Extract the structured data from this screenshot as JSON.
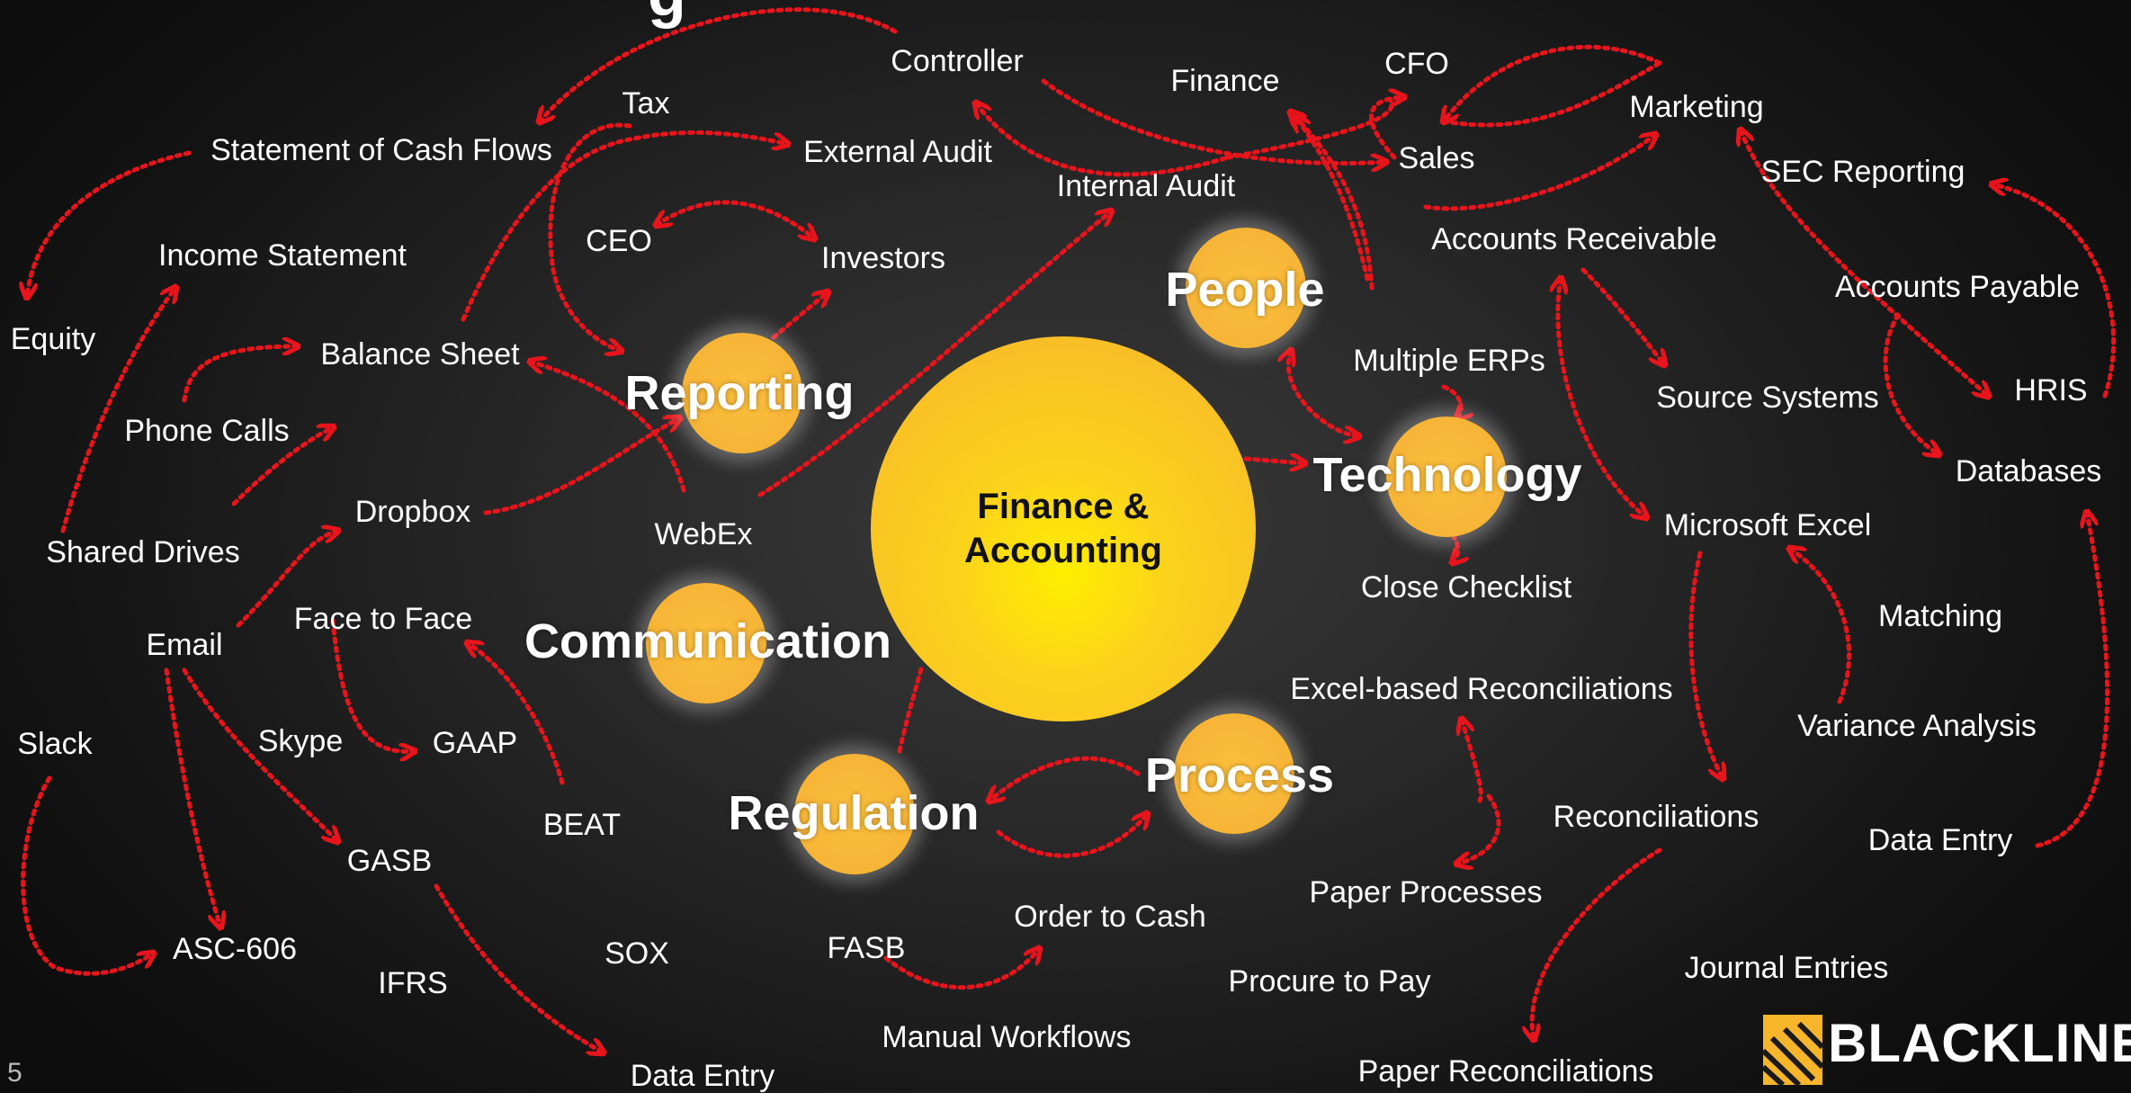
{
  "slide": {
    "page_number": "5",
    "title_fragment": "g"
  },
  "center": {
    "label": "Finance &\nAccounting"
  },
  "themes": [
    "Reporting",
    "People",
    "Technology",
    "Communication",
    "Regulation",
    "Process"
  ],
  "terms": [
    "Controller",
    "Finance",
    "CFO",
    "Marketing",
    "Tax",
    "Statement of Cash Flows",
    "External Audit",
    "Internal Audit",
    "Sales",
    "SEC Reporting",
    "CEO",
    "Investors",
    "Income Statement",
    "Accounts Receivable",
    "Accounts Payable",
    "Equity",
    "Balance Sheet",
    "Multiple ERPs",
    "Phone Calls",
    "Source Systems",
    "HRIS",
    "Databases",
    "Dropbox",
    "WebEx",
    "Shared Drives",
    "Microsoft Excel",
    "Close Checklist",
    "Face to Face",
    "Email",
    "Matching",
    "Excel-based Reconciliations",
    "Variance Analysis",
    "Slack",
    "Skype",
    "GAAP",
    "BEAT",
    "Reconciliations",
    "GASB",
    "Data Entry",
    "Paper Processes",
    "Order to Cash",
    "ASC-606",
    "FASB",
    "SOX",
    "IFRS",
    "Procure to Pay",
    "Journal Entries",
    "Manual Workflows",
    "Data Entry",
    "Paper Reconciliations"
  ],
  "brand": {
    "name": "BLACKLINE",
    "accent": "#f7b52c",
    "arrow_color": "#e8141c"
  }
}
